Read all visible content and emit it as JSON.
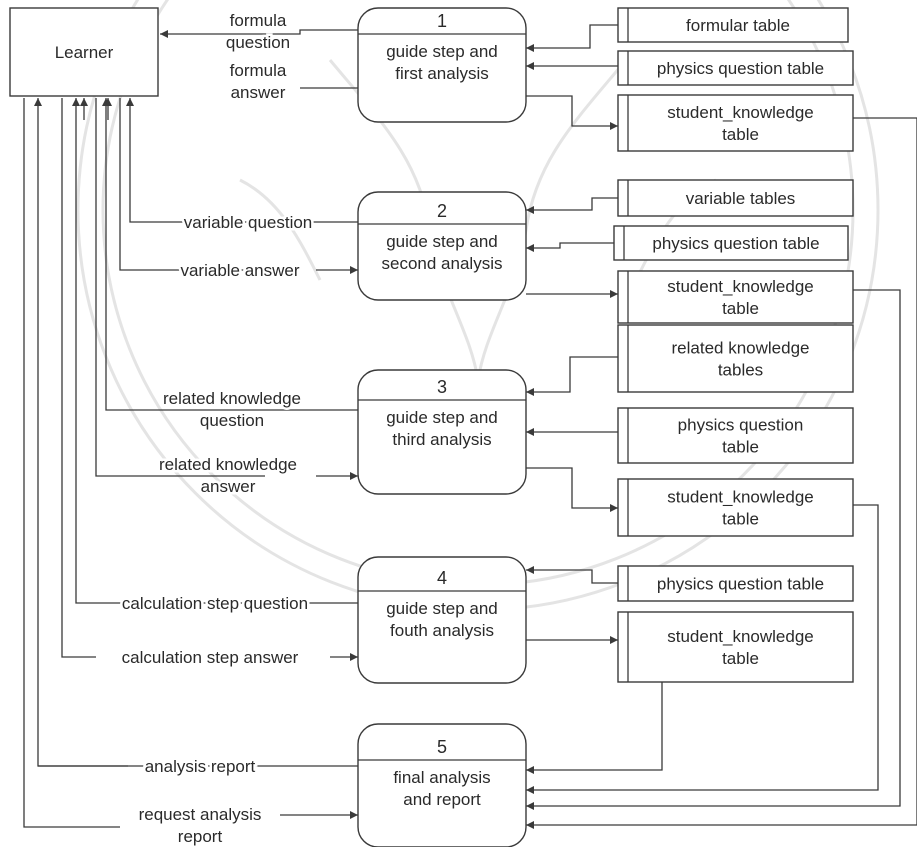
{
  "entity": {
    "label": "Learner"
  },
  "processes": [
    {
      "number": "1",
      "title_lines": [
        "guide step and",
        "first analysis"
      ]
    },
    {
      "number": "2",
      "title_lines": [
        "guide step and",
        "second analysis"
      ]
    },
    {
      "number": "3",
      "title_lines": [
        "guide step and",
        "third analysis"
      ]
    },
    {
      "number": "4",
      "title_lines": [
        "guide step and",
        "fouth analysis"
      ]
    },
    {
      "number": "5",
      "title_lines": [
        "final analysis",
        "and report"
      ]
    }
  ],
  "stores": [
    {
      "lines": [
        "formular table"
      ]
    },
    {
      "lines": [
        "physics question table"
      ]
    },
    {
      "lines": [
        "student_knowledge",
        "table"
      ]
    },
    {
      "lines": [
        "variable tables"
      ]
    },
    {
      "lines": [
        "physics question table"
      ]
    },
    {
      "lines": [
        "student_knowledge",
        "table"
      ]
    },
    {
      "lines": [
        "related knowledge",
        "tables"
      ]
    },
    {
      "lines": [
        "physics question",
        "table"
      ]
    },
    {
      "lines": [
        "student_knowledge",
        "table"
      ]
    },
    {
      "lines": [
        "physics question table"
      ]
    },
    {
      "lines": [
        "student_knowledge",
        "table"
      ]
    }
  ],
  "flows": [
    {
      "lines": [
        "formula",
        "question"
      ]
    },
    {
      "lines": [
        "formula",
        "answer"
      ]
    },
    {
      "lines": [
        "variable question"
      ]
    },
    {
      "lines": [
        "variable answer"
      ]
    },
    {
      "lines": [
        "related knowledge",
        "question"
      ]
    },
    {
      "lines": [
        "related knowledge",
        "answer"
      ]
    },
    {
      "lines": [
        "calculation step question"
      ]
    },
    {
      "lines": [
        "calculation step answer"
      ]
    },
    {
      "lines": [
        "analysis  report"
      ]
    },
    {
      "lines": [
        "request analysis",
        "report"
      ]
    }
  ]
}
